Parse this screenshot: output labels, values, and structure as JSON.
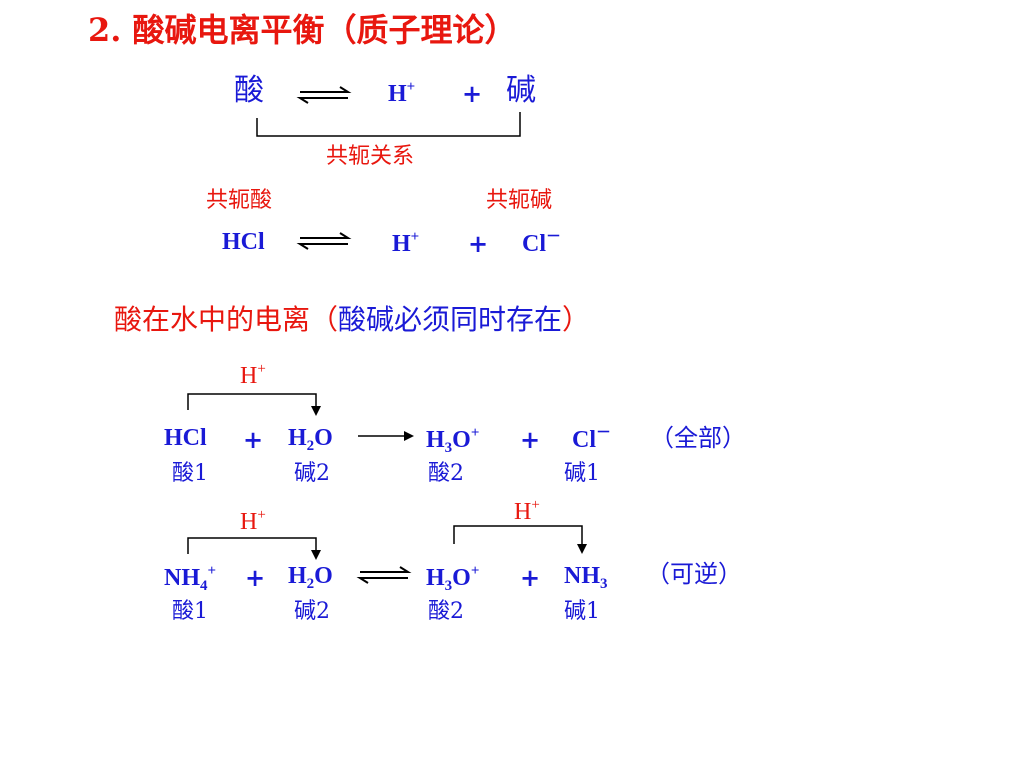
{
  "title": {
    "num": "2.",
    "text": "酸碱电离平衡（质子理论）"
  },
  "eq1": {
    "acid": "酸",
    "proton": "H",
    "plus_sup": "+",
    "plus": "+",
    "base": "碱"
  },
  "conj_relation": "共轭关系",
  "conj_acid_label": "共轭酸",
  "conj_base_label": "共轭碱",
  "eq2": {
    "acid": "HCl",
    "proton": "H",
    "proton_sup": "+",
    "plus": "+",
    "base": "Cl",
    "base_sup": "－"
  },
  "section": {
    "prefix": "酸在水中的电离（",
    "middle": "酸碱必须同时存在",
    "suffix": "）"
  },
  "eq3": {
    "hplus": "H",
    "hplus_sup": "+",
    "r1": "HCl",
    "plus1": "+",
    "r2a": "H",
    "r2sub": "2",
    "r2b": "O",
    "p1a": "H",
    "p1sub": "3",
    "p1b": "O",
    "p1sup": "+",
    "plus2": "+",
    "p2": "Cl",
    "p2sup": "－",
    "note": "（全部）",
    "lbl_r1": "酸1",
    "lbl_r2": "碱2",
    "lbl_p1": "酸2",
    "lbl_p2": "碱1"
  },
  "eq4": {
    "hplus1": "H",
    "hplus1_sup": "+",
    "hplus2": "H",
    "hplus2_sup": "+",
    "r1a": "NH",
    "r1sub": "4",
    "r1sup": "+",
    "plus1": "+",
    "r2a": "H",
    "r2sub": "2",
    "r2b": "O",
    "p1a": "H",
    "p1sub": "3",
    "p1b": "O",
    "p1sup": "+",
    "plus2": "+",
    "p2a": "NH",
    "p2sub": "3",
    "note": "（可逆）",
    "lbl_r1": "酸1",
    "lbl_r2": "碱2",
    "lbl_p1": "酸2",
    "lbl_p2": "碱1"
  }
}
